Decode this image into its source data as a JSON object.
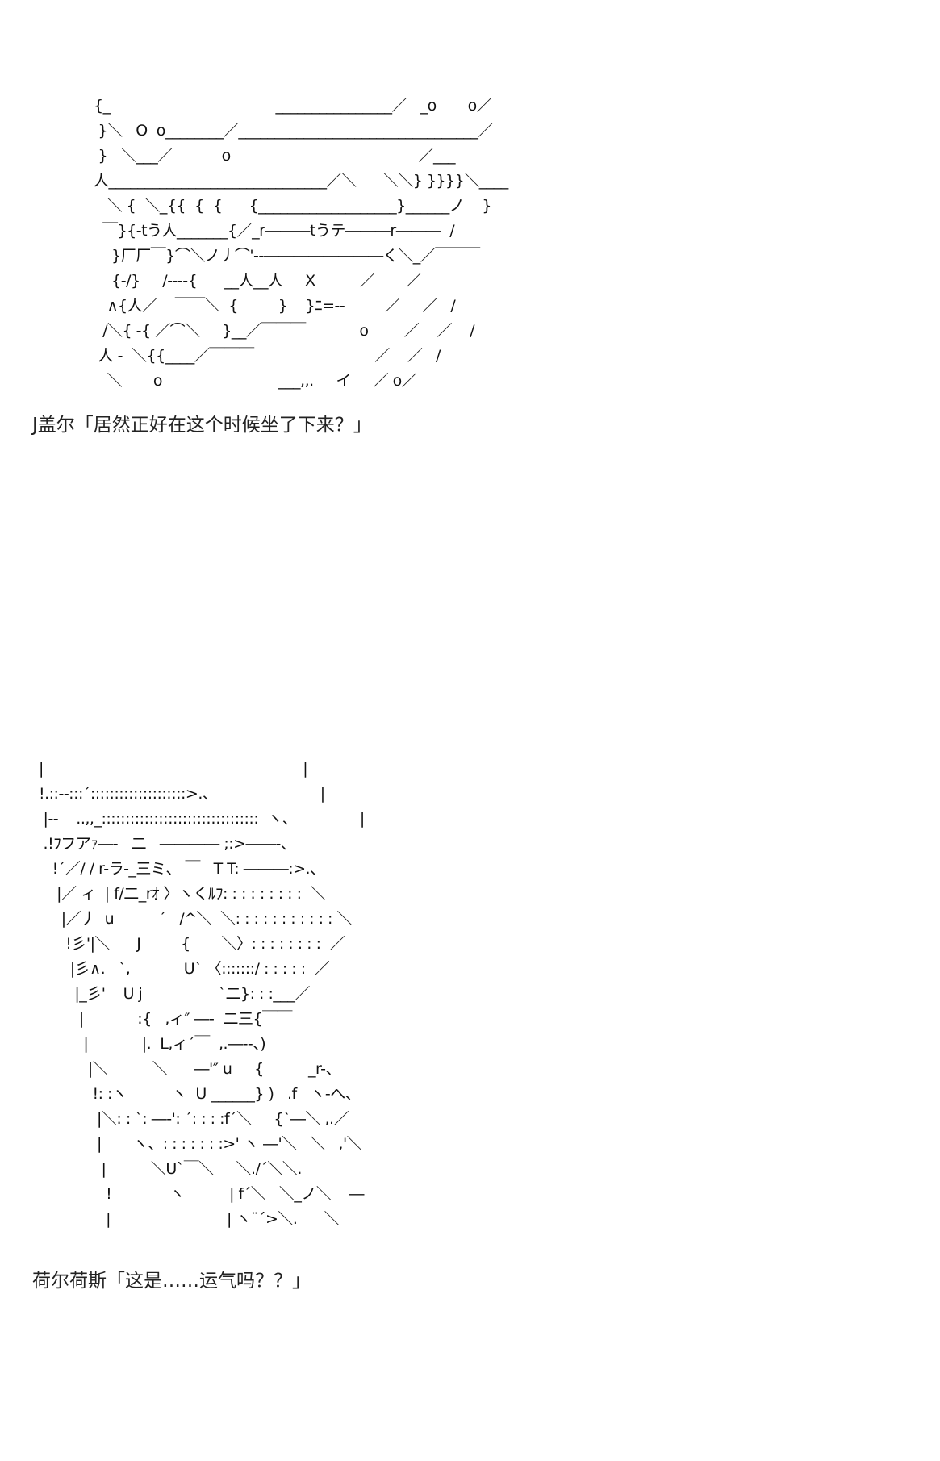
{
  "scenes": [
    {
      "ascii_art": [
        "{_                                     ________________／   _o       o／",
        " }＼   O  o________／_________________________________／",
        " }   ＼___／           o                                          ／___",
        "人______________________________／＼      ＼＼} }}}}＼____",
        "   ＼ {  ＼_{{  {  {      {___________________}______ノ    }",
        "  ￣}{-tう人_______{／_r―――tうテ―――r―――  /",
        "    }厂厂￣}⌒＼ノ丿⌒'-‐――――――――く＼_／￣￣￣",
        "    {-/}     /----{      __人__人     X          ／       ／",
        "   ∧{人／    ￣￣＼  {         }    }ﾆ=--         ／     ／   /",
        "  /＼{ -{ ／⌒＼     }__／￣￣￣            o        ／    ／    /",
        " 人 -  ＼{{____／￣￣￣                           ／    ／   /",
        "   ＼       o                          ___,,.     イ     ／ o／"
      ],
      "caption": "J盖尔「居然正好在这个时候坐了下来？」"
    },
    {
      "ascii_art": [
        "|                                                          |",
        "!.::‐‐:::´::::::::::::::::::::>.、                       |",
        " |--    ..,,_:::::::::::::::::::::::::::::::::  ヽ、              |",
        " .!ﾌフアｧ―-   二   ―――― ;:>――-、",
        "   !´／/ / r-ラ-_三ミ、 ￣   T T: ―――:>.、",
        "    |／ ィ  | f/二_rｵ 〉ヽくﾙﾌ: : : : : : : : :  ＼",
        "     |／丿  u          ´   /^＼  ＼: : : : : : : : : : : ＼",
        "      !彡'|＼      J         {       ＼〉: : : : : : : :  ／",
        "       |彡∧.   `,            U` 〈:::::::/ : : : : :  ／",
        "        |_彡'    U j                 `二}: : :___／",
        "         |            :{   ,ィ″ ―-  二三{￣￣",
        "          |            |.  L,ィ´￣  ,.―--、)",
        "           |＼          ＼      ―'″ u     {          _r-、",
        "            !: :ヽ          ヽ  U ______} )   .f   ヽ-へ、",
        "             |＼: : `: ―-': ´: : : :f´＼     {`―＼ ,.／",
        "             |       ヽ、: : : : : : :>' ヽ ―'＼   ＼   ,'＼",
        "              |          ＼U`￣＼     ＼./´＼＼.",
        "               !             ヽ          | f´＼   ＼_ノ＼    ―",
        "               |                          | ヽ¨´>＼.      ＼"
      ],
      "caption": "荷尔荷斯「这是……运气吗？？」"
    }
  ]
}
